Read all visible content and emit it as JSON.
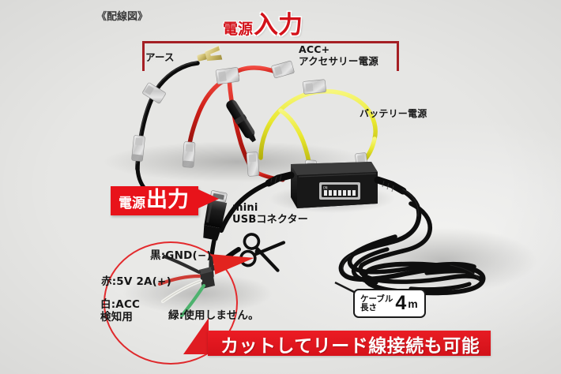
{
  "page": {
    "title": "《配線図》",
    "bg_color": "#fbfbfa",
    "accent_red": "#e8131a",
    "bracket_red": "#a61f24"
  },
  "input_section": {
    "headline_small": "電源",
    "headline_large": "入力",
    "labels": {
      "earth": "アース",
      "acc": "ACC+\nアクセサリー電源",
      "battery": "バッテリー電源"
    }
  },
  "output_section": {
    "callout_small": "電源",
    "callout_large": "出力",
    "usb_label": "mini\nUSBコネクター"
  },
  "lead_wires": {
    "black": "黒:GND(−)",
    "red": "赤:5V 2A(+)",
    "white": "白:ACC\n検知用",
    "green": "緑:使用しません。"
  },
  "cable": {
    "bubble_line1": "ケーブル",
    "bubble_line2": "長さ",
    "length_value": "4",
    "length_unit": "m"
  },
  "banner": {
    "text": "カットしてリード線接続も可能"
  },
  "icons": {
    "scissors": "scissors-icon",
    "arrow": "arrow-right-icon"
  }
}
